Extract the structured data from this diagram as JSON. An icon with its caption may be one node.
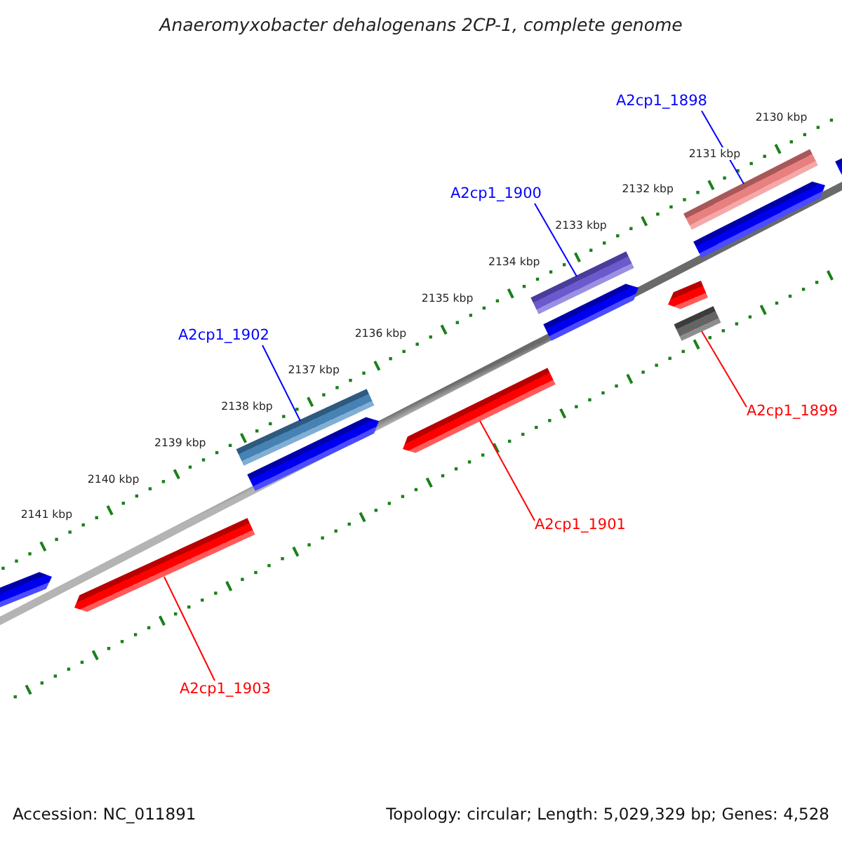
{
  "diagram": {
    "title": "Anaeromyxobacter dehalogenans 2CP-1, complete genome",
    "nodes": [
      {
        "text": [
          "A2cp1_1898"
        ]
      },
      {
        "text": [],
        "shape": "bar"
      },
      {
        "text": [],
        "shape": "bar"
      },
      {
        "text": [],
        "shape": "bar"
      },
      {
        "text": [
          "A2cp1_1900"
        ]
      },
      {
        "text": [],
        "shape": "bar"
      },
      {
        "text": [],
        "shape": "bar"
      },
      {
        "text": [],
        "shape": "bar"
      },
      {
        "text": [],
        "shape": "bar"
      },
      {
        "text": [
          "A2cp1_1902"
        ]
      },
      {
        "text": [],
        "shape": "bar"
      },
      {
        "text": [],
        "shape": "bar"
      },
      {
        "text": [
          "A2cp1_1899"
        ]
      },
      {
        "text": [],
        "shape": "bar"
      },
      {
        "text": [
          "A2cp1_1901"
        ]
      },
      {
        "text": [],
        "shape": "bar"
      },
      {
        "text": [],
        "shape": "bar"
      },
      {
        "text": [
          "A2cp1_1903"
        ]
      }
    ],
    "edges": [
      {
        "from": 0,
        "to": 1,
        "arrow": "none",
        "color": "#0000ff"
      },
      {
        "from": 4,
        "to": 5,
        "arrow": "none",
        "color": "#0000ff"
      },
      {
        "from": 9,
        "to": 10,
        "arrow": "none",
        "color": "#0000ff"
      },
      {
        "from": 12,
        "to": 8,
        "arrow": "none",
        "color": "#ff0000"
      },
      {
        "from": 14,
        "to": 13,
        "arrow": "none",
        "color": "#ff0000"
      },
      {
        "from": 17,
        "to": 16,
        "arrow": "none",
        "color": "#ff0000"
      }
    ],
    "labels": [
      "2130 kbp",
      "2131 kbp",
      "2132 kbp",
      "2133 kbp",
      "2134 kbp",
      "2135 kbp",
      "2136 kbp",
      "2137 kbp",
      "2138 kbp",
      "2139 kbp",
      "2140 kbp",
      "2141 kbp",
      "Accession: NC_011891",
      "Topology: circular; Length: 5,029,329 bp; Genes: 4,528"
    ]
  }
}
